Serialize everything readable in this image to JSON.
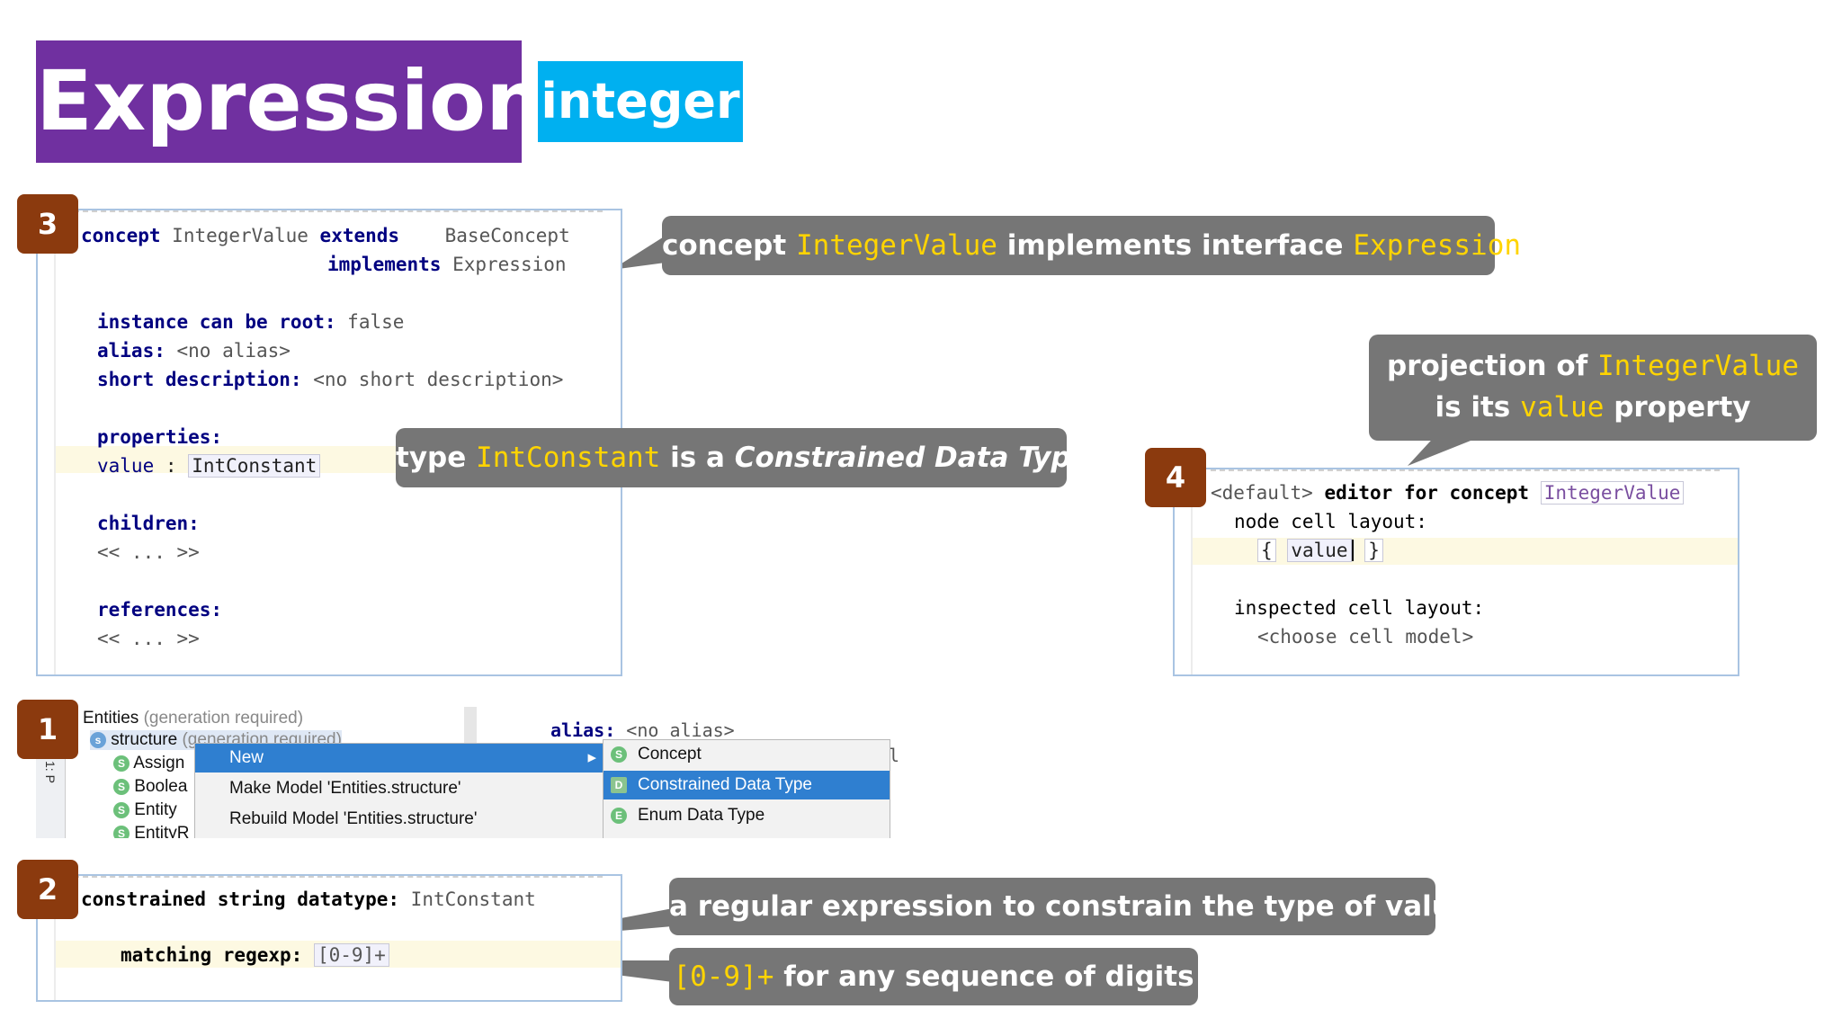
{
  "title": {
    "main": "Expressions",
    "sub": "integer"
  },
  "badges": [
    "3",
    "4",
    "1",
    "2"
  ],
  "panel3": {
    "line1_kw": "concept",
    "line1_name": "IntegerValue",
    "line1_extends": "extends",
    "line1_base": "BaseConcept",
    "line2_impl": "implements",
    "line2_iface": "Expression",
    "root_kw": "instance can be root:",
    "root_val": "false",
    "alias_kw": "alias:",
    "alias_val": "<no alias>",
    "desc_kw": "short description:",
    "desc_val": "<no short description>",
    "props_kw": "properties:",
    "prop_name": "value",
    "prop_sep": ":",
    "prop_type": "IntConstant",
    "children_kw": "children:",
    "children_val": "<< ... >>",
    "refs_kw": "references:",
    "refs_val": "<< ... >>"
  },
  "panel4": {
    "default_tag": "<default>",
    "editor_for": "editor for concept",
    "concept_name": "IntegerValue",
    "node_layout": "node cell layout:",
    "brace_open": "{",
    "cell_value": "value",
    "brace_close": "}",
    "inspected": "inspected cell layout:",
    "choose": "<choose cell model>"
  },
  "panel1": {
    "tree_root": "Entities",
    "tree_root_note": "(generation required)",
    "tree_structure": "structure",
    "tree_structure_note": "(generation required)",
    "tree_items": [
      "Assign",
      "Boolea",
      "Entity",
      "EntityR"
    ],
    "side_tab": "1: P",
    "menu_new": "New",
    "menu_make": "Make Model 'Entities.structure'",
    "menu_rebuild": "Rebuild Model 'Entities.structure'",
    "submenu": [
      {
        "icon": "S",
        "label": "Concept"
      },
      {
        "icon": "D",
        "label": "Constrained Data Type"
      },
      {
        "icon": "E",
        "label": "Enum Data Type"
      }
    ],
    "bg_alias_kw": "alias:",
    "bg_alias_val": "<no alias>",
    "bg_fragment": "le"
  },
  "panel2": {
    "decl_kw": "constrained string datatype:",
    "decl_name": "IntConstant",
    "regexp_kw": "matching regexp:",
    "regexp_val": "[0-9]+"
  },
  "callouts": {
    "c1_a": "concept",
    "c1_b": "IntegerValue",
    "c1_c": "implements interface",
    "c1_d": "Expression",
    "c2_a": "type",
    "c2_b": "IntConstant",
    "c2_c": "is a",
    "c2_d": "Constrained Data Type",
    "c3_a": "projection of",
    "c3_b": "IntegerValue",
    "c3_c": "is its",
    "c3_d": "value",
    "c3_e": "property",
    "c4": "a regular expression to constrain the type of value",
    "c5_a": "[0-9]+",
    "c5_b": "for any sequence of digits"
  },
  "colors": {
    "title_bg": "#7030a0",
    "subtitle_bg": "#00b0f0",
    "badge_bg": "#8b3a0e",
    "callout_bg": "#767676",
    "callout_highlight": "#ffd400",
    "keyword": "#000080",
    "menu_selected": "#2f7fd0"
  }
}
